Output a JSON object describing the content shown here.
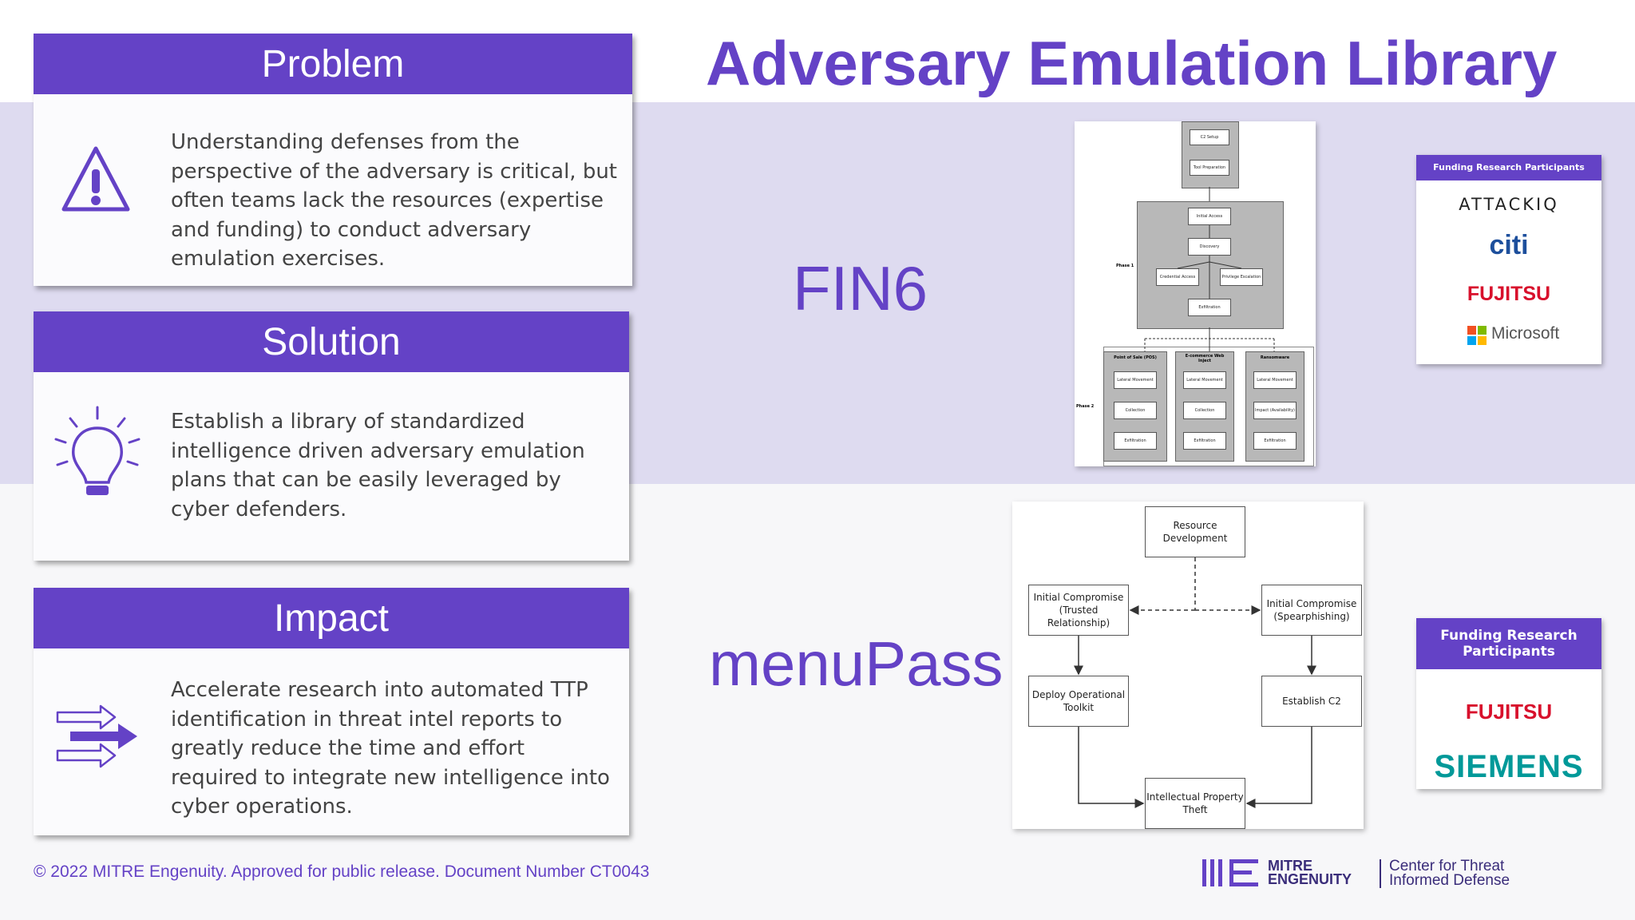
{
  "title": "Adversary Emulation Library",
  "cards": {
    "problem": {
      "heading": "Problem",
      "text": "Understanding defenses from the perspective of the adversary is critical, but often teams lack the resources (expertise and funding) to conduct adversary emulation exercises."
    },
    "solution": {
      "heading": "Solution",
      "text": "Establish a library of standardized intelligence driven adversary emulation plans that can be easily leveraged by cyber defenders."
    },
    "impact": {
      "heading": "Impact",
      "text": "Accelerate research into automated TTP identification in threat intel reports to greatly reduce the time and effort required to integrate new intelligence into cyber operations."
    }
  },
  "fin6": {
    "label": "FIN6",
    "diagram": {
      "top": [
        "C2 Setup",
        "Tool Preparation"
      ],
      "phase1_label": "Phase 1",
      "phase1": [
        "Initial Access",
        "Discovery",
        "Credential Access",
        "Privilege Escalation",
        "Exfiltration"
      ],
      "phase2_label": "Phase 2",
      "columns": [
        {
          "head": "Point of Sale (POS)",
          "items": [
            "Lateral Movement",
            "Collection",
            "Exfiltration"
          ]
        },
        {
          "head": "E-commerce Web Inject",
          "items": [
            "Lateral Movement",
            "Collection",
            "Exfiltration"
          ]
        },
        {
          "head": "Ransomware",
          "items": [
            "Lateral Movement",
            "Impact (Availability)",
            "Exfiltration"
          ]
        }
      ]
    },
    "funding": {
      "heading": "Funding Research Participants",
      "logos": [
        "ATTACKIQ",
        "citi",
        "FUJITSU",
        "Microsoft"
      ]
    }
  },
  "menupass": {
    "label": "menuPass",
    "diagram": {
      "resource": "Resource Development",
      "ic_trusted": "Initial Compromise (Trusted Relationship)",
      "ic_spear": "Initial Compromise (Spearphishing)",
      "deploy": "Deploy Operational Toolkit",
      "c2": "Establish C2",
      "ip": "Intellectual Property Theft"
    },
    "funding": {
      "heading": "Funding Research Participants",
      "logos": [
        "FUJITSU",
        "SIEMENS"
      ]
    }
  },
  "footer": "© 2022 MITRE Engenuity. Approved for public release. Document Number CT0043",
  "brand": {
    "mitre": "MITRE",
    "engenuity": "ENGENUITY",
    "center_line1": "Center for Threat",
    "center_line2": "Informed Defense"
  },
  "colors": {
    "accent": "#6442c6",
    "band": "#dedbf0",
    "text": "#444444"
  }
}
